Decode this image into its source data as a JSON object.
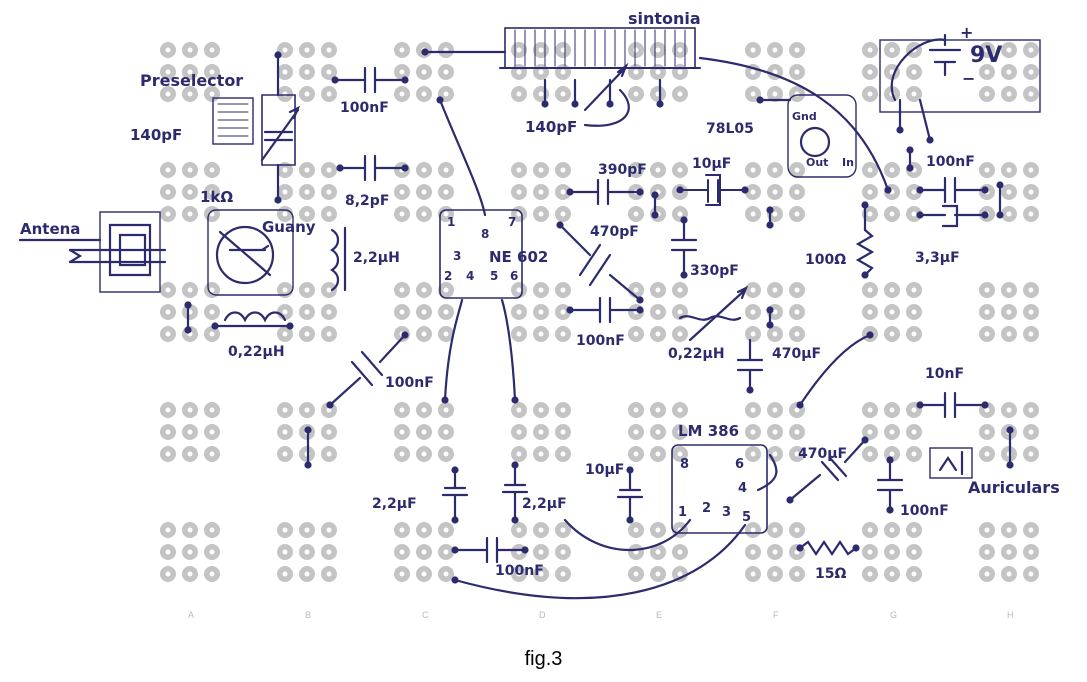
{
  "caption": "fig.3",
  "colors": {
    "ink": "#2b2b6e",
    "pad": "#c4c4c4",
    "pad_hole": "#ffffff",
    "grid_text": "#b8b8b8"
  },
  "column_letters": [
    "A",
    "B",
    "C",
    "D",
    "E",
    "F",
    "G",
    "H"
  ],
  "labels": {
    "sintonia": "sintonia",
    "preselector": "Preselector",
    "cap_100nF_1": "100nF",
    "cap_140pF_left": "140pF",
    "cap_140pF_top": "140pF",
    "reg_7805": "78L05",
    "gnd": "Gnd",
    "out": "Out",
    "in": "In",
    "battery_9v": "9V",
    "battery_plus": "+",
    "battery_minus": "−",
    "res_1k": "1kΩ",
    "cap_82pF": "8,2pF",
    "cap_390pF": "390pF",
    "cap_10uF_top": "10μF",
    "cap_100nF_right": "100nF",
    "antenna": "Antena",
    "guany": "Guany",
    "ind_22uH": "2,2μH",
    "ne602": "NE 602",
    "pin_1": "1",
    "pin_8": "8",
    "pin_7": "7",
    "pin_3": "3",
    "pin_2": "2",
    "pin_4": "4",
    "pin_5": "5",
    "pin_6": "6",
    "cap_470pF": "470pF",
    "cap_330pF": "330pF",
    "res_100": "100Ω",
    "cap_33uF": "3,3μF",
    "cap_100nF_mid": "100nF",
    "ind_022uH_left": "0,22μH",
    "ind_022uH_mid": "0,22μH",
    "cap_470uF_mid": "470μF",
    "cap_100nF_diag": "100nF",
    "cap_10nF": "10nF",
    "lm386": "LM 386",
    "lm_pin_8": "8",
    "lm_pin_6": "6",
    "lm_pin_4": "4",
    "lm_pin_1": "1",
    "lm_pin_2": "2",
    "lm_pin_3": "3",
    "lm_pin_5": "5",
    "cap_10uF_lm": "10μF",
    "cap_470uF_lm": "470μF",
    "auriculars": "Auriculars",
    "cap_22uF_a": "2,2μF",
    "cap_22uF_b": "2,2μF",
    "cap_100nF_out": "100nF",
    "cap_100nF_bottom": "100nF",
    "res_15": "15Ω"
  }
}
